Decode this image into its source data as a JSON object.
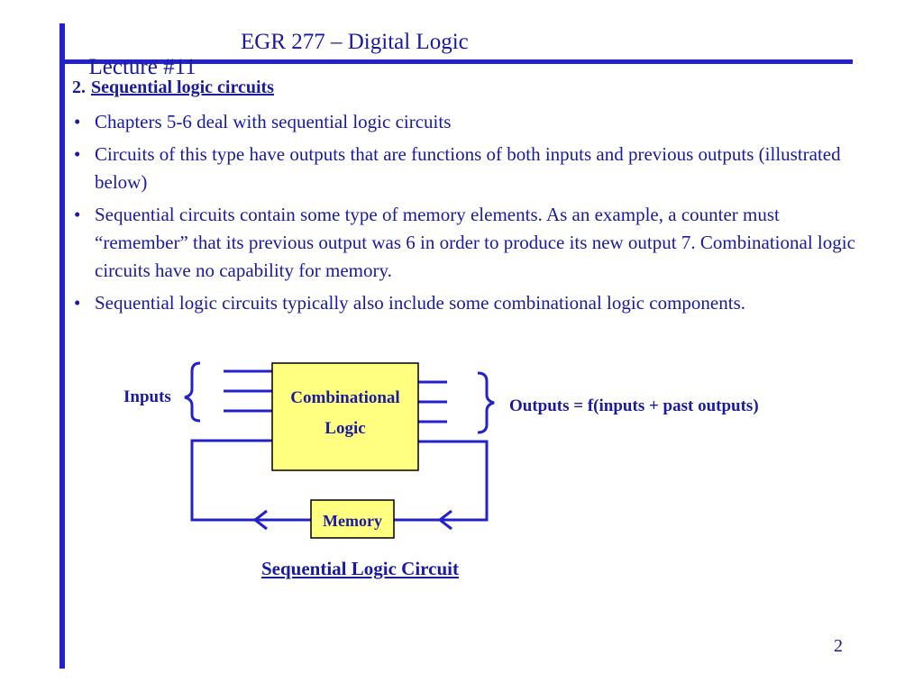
{
  "header": {
    "lecture": "Lecture #11",
    "course": "EGR 277 – Digital Logic"
  },
  "section": {
    "number": "2.",
    "title": "Sequential logic circuits"
  },
  "bullets": [
    "Chapters 5-6 deal with sequential logic circuits",
    "Circuits of this type have outputs that are functions of both inputs and previous outputs (illustrated below)",
    "Sequential circuits contain some type of memory elements.  As an example, a counter must “remember” that its previous output was 6 in order to produce its new output 7.  Combinational logic circuits have no capability for memory.",
    "Sequential logic circuits typically also include some combinational logic components."
  ],
  "diagram": {
    "inputs_label": "Inputs",
    "outputs_label": "Outputs = f(inputs + past outputs)",
    "comb_line1": "Combinational",
    "comb_line2": "Logic",
    "memory_label": "Memory",
    "caption": "Sequential Logic Circuit",
    "colors": {
      "line": "#2222c8",
      "box_fill": "#ffff80",
      "box_border": "#000000"
    }
  },
  "page_number": "2"
}
